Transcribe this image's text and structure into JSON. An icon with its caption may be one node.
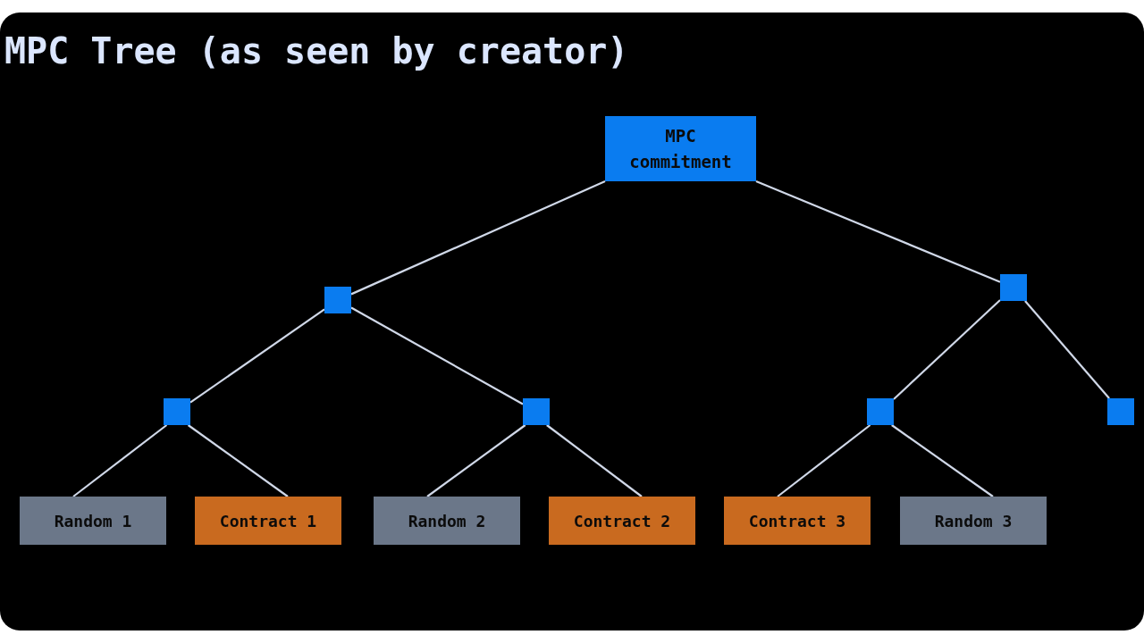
{
  "diagram": {
    "title": "MPC Tree (as seen by creator)",
    "nodes": [
      {
        "text": [
          "MPC commitment"
        ]
      },
      {
        "text": [],
        "shape": "box"
      },
      {
        "text": [],
        "shape": "box"
      },
      {
        "text": [],
        "shape": "box"
      },
      {
        "text": [],
        "shape": "box"
      },
      {
        "text": [],
        "shape": "box"
      },
      {
        "text": [],
        "shape": "box"
      },
      {
        "text": [
          "Random 1"
        ]
      },
      {
        "text": [
          "Contract 1"
        ]
      },
      {
        "text": [
          "Random 2"
        ]
      },
      {
        "text": [
          "Contract 2"
        ]
      },
      {
        "text": [
          "Contract 3"
        ]
      },
      {
        "text": [
          "Random 3"
        ]
      }
    ],
    "edges": [
      {
        "from": 0,
        "to": 1,
        "arrow": "none"
      },
      {
        "from": 0,
        "to": 2,
        "arrow": "none"
      },
      {
        "from": 1,
        "to": 3,
        "arrow": "none"
      },
      {
        "from": 1,
        "to": 4,
        "arrow": "none"
      },
      {
        "from": 2,
        "to": 5,
        "arrow": "none"
      },
      {
        "from": 2,
        "to": 6,
        "arrow": "none"
      },
      {
        "from": 3,
        "to": 7,
        "arrow": "none"
      },
      {
        "from": 3,
        "to": 8,
        "arrow": "none"
      },
      {
        "from": 4,
        "to": 9,
        "arrow": "none"
      },
      {
        "from": 4,
        "to": 10,
        "arrow": "none"
      },
      {
        "from": 5,
        "to": 11,
        "arrow": "none"
      },
      {
        "from": 5,
        "to": 12,
        "arrow": "none"
      }
    ]
  }
}
